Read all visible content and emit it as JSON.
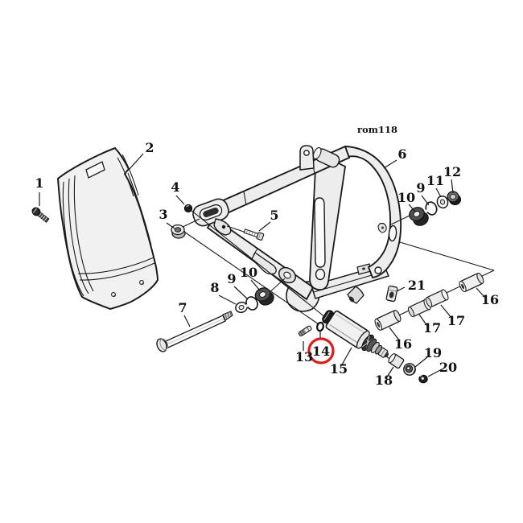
{
  "diagram": {
    "code": "rom118",
    "background": "#ffffff",
    "ink": "#1a1a1a",
    "highlight": {
      "label": "14",
      "color": "#dd1c1c"
    },
    "labels": [
      {
        "text": "1"
      },
      {
        "text": "2"
      },
      {
        "text": "3"
      },
      {
        "text": "4"
      },
      {
        "text": "5"
      },
      {
        "text": "6"
      },
      {
        "text": "7"
      },
      {
        "text": "8"
      },
      {
        "text": "9"
      },
      {
        "text": "10"
      },
      {
        "text": "9"
      },
      {
        "text": "10"
      },
      {
        "text": "11"
      },
      {
        "text": "12"
      },
      {
        "text": "13"
      },
      {
        "text": "14"
      },
      {
        "text": "15"
      },
      {
        "text": "16"
      },
      {
        "text": "17"
      },
      {
        "text": "17"
      },
      {
        "text": "16"
      },
      {
        "text": "18"
      },
      {
        "text": "19"
      },
      {
        "text": "20"
      },
      {
        "text": "21"
      }
    ]
  }
}
